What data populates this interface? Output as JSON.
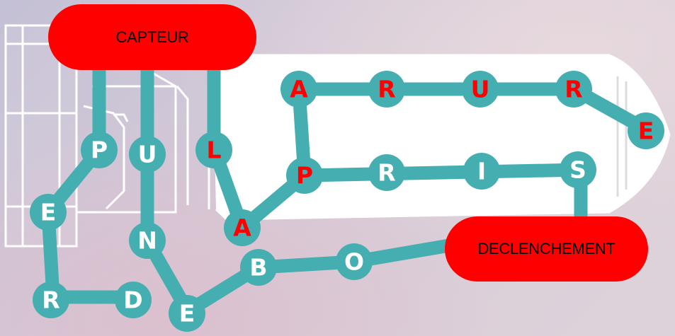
{
  "colors": {
    "track": "#45aeb1",
    "node": "#45aeb1",
    "letter_white": "#ffffff",
    "letter_red": "#ff0000",
    "pill": "#ff0000",
    "ship_outline": "#ffffff"
  },
  "labels": {
    "start": "CAPTEUR",
    "end": "DECLENCHEMENT"
  },
  "nodes": [
    {
      "id": "p1",
      "letter": "P",
      "color": "white"
    },
    {
      "id": "e1",
      "letter": "E",
      "color": "white"
    },
    {
      "id": "r1",
      "letter": "R",
      "color": "white"
    },
    {
      "id": "d1",
      "letter": "D",
      "color": "white"
    },
    {
      "id": "u1",
      "letter": "U",
      "color": "white"
    },
    {
      "id": "n1",
      "letter": "N",
      "color": "white"
    },
    {
      "id": "e2",
      "letter": "E",
      "color": "white"
    },
    {
      "id": "b1",
      "letter": "B",
      "color": "white"
    },
    {
      "id": "o1",
      "letter": "O",
      "color": "white"
    },
    {
      "id": "l1",
      "letter": "L",
      "color": "red"
    },
    {
      "id": "a1",
      "letter": "A",
      "color": "red"
    },
    {
      "id": "p2",
      "letter": "P",
      "color": "red"
    },
    {
      "id": "a2",
      "letter": "A",
      "color": "red"
    },
    {
      "id": "r2",
      "letter": "R",
      "color": "red"
    },
    {
      "id": "u2",
      "letter": "U",
      "color": "red"
    },
    {
      "id": "r3",
      "letter": "R",
      "color": "red"
    },
    {
      "id": "e3",
      "letter": "E",
      "color": "red"
    },
    {
      "id": "r4",
      "letter": "R",
      "color": "white"
    },
    {
      "id": "i1",
      "letter": "I",
      "color": "white"
    },
    {
      "id": "s1",
      "letter": "S",
      "color": "white"
    }
  ]
}
